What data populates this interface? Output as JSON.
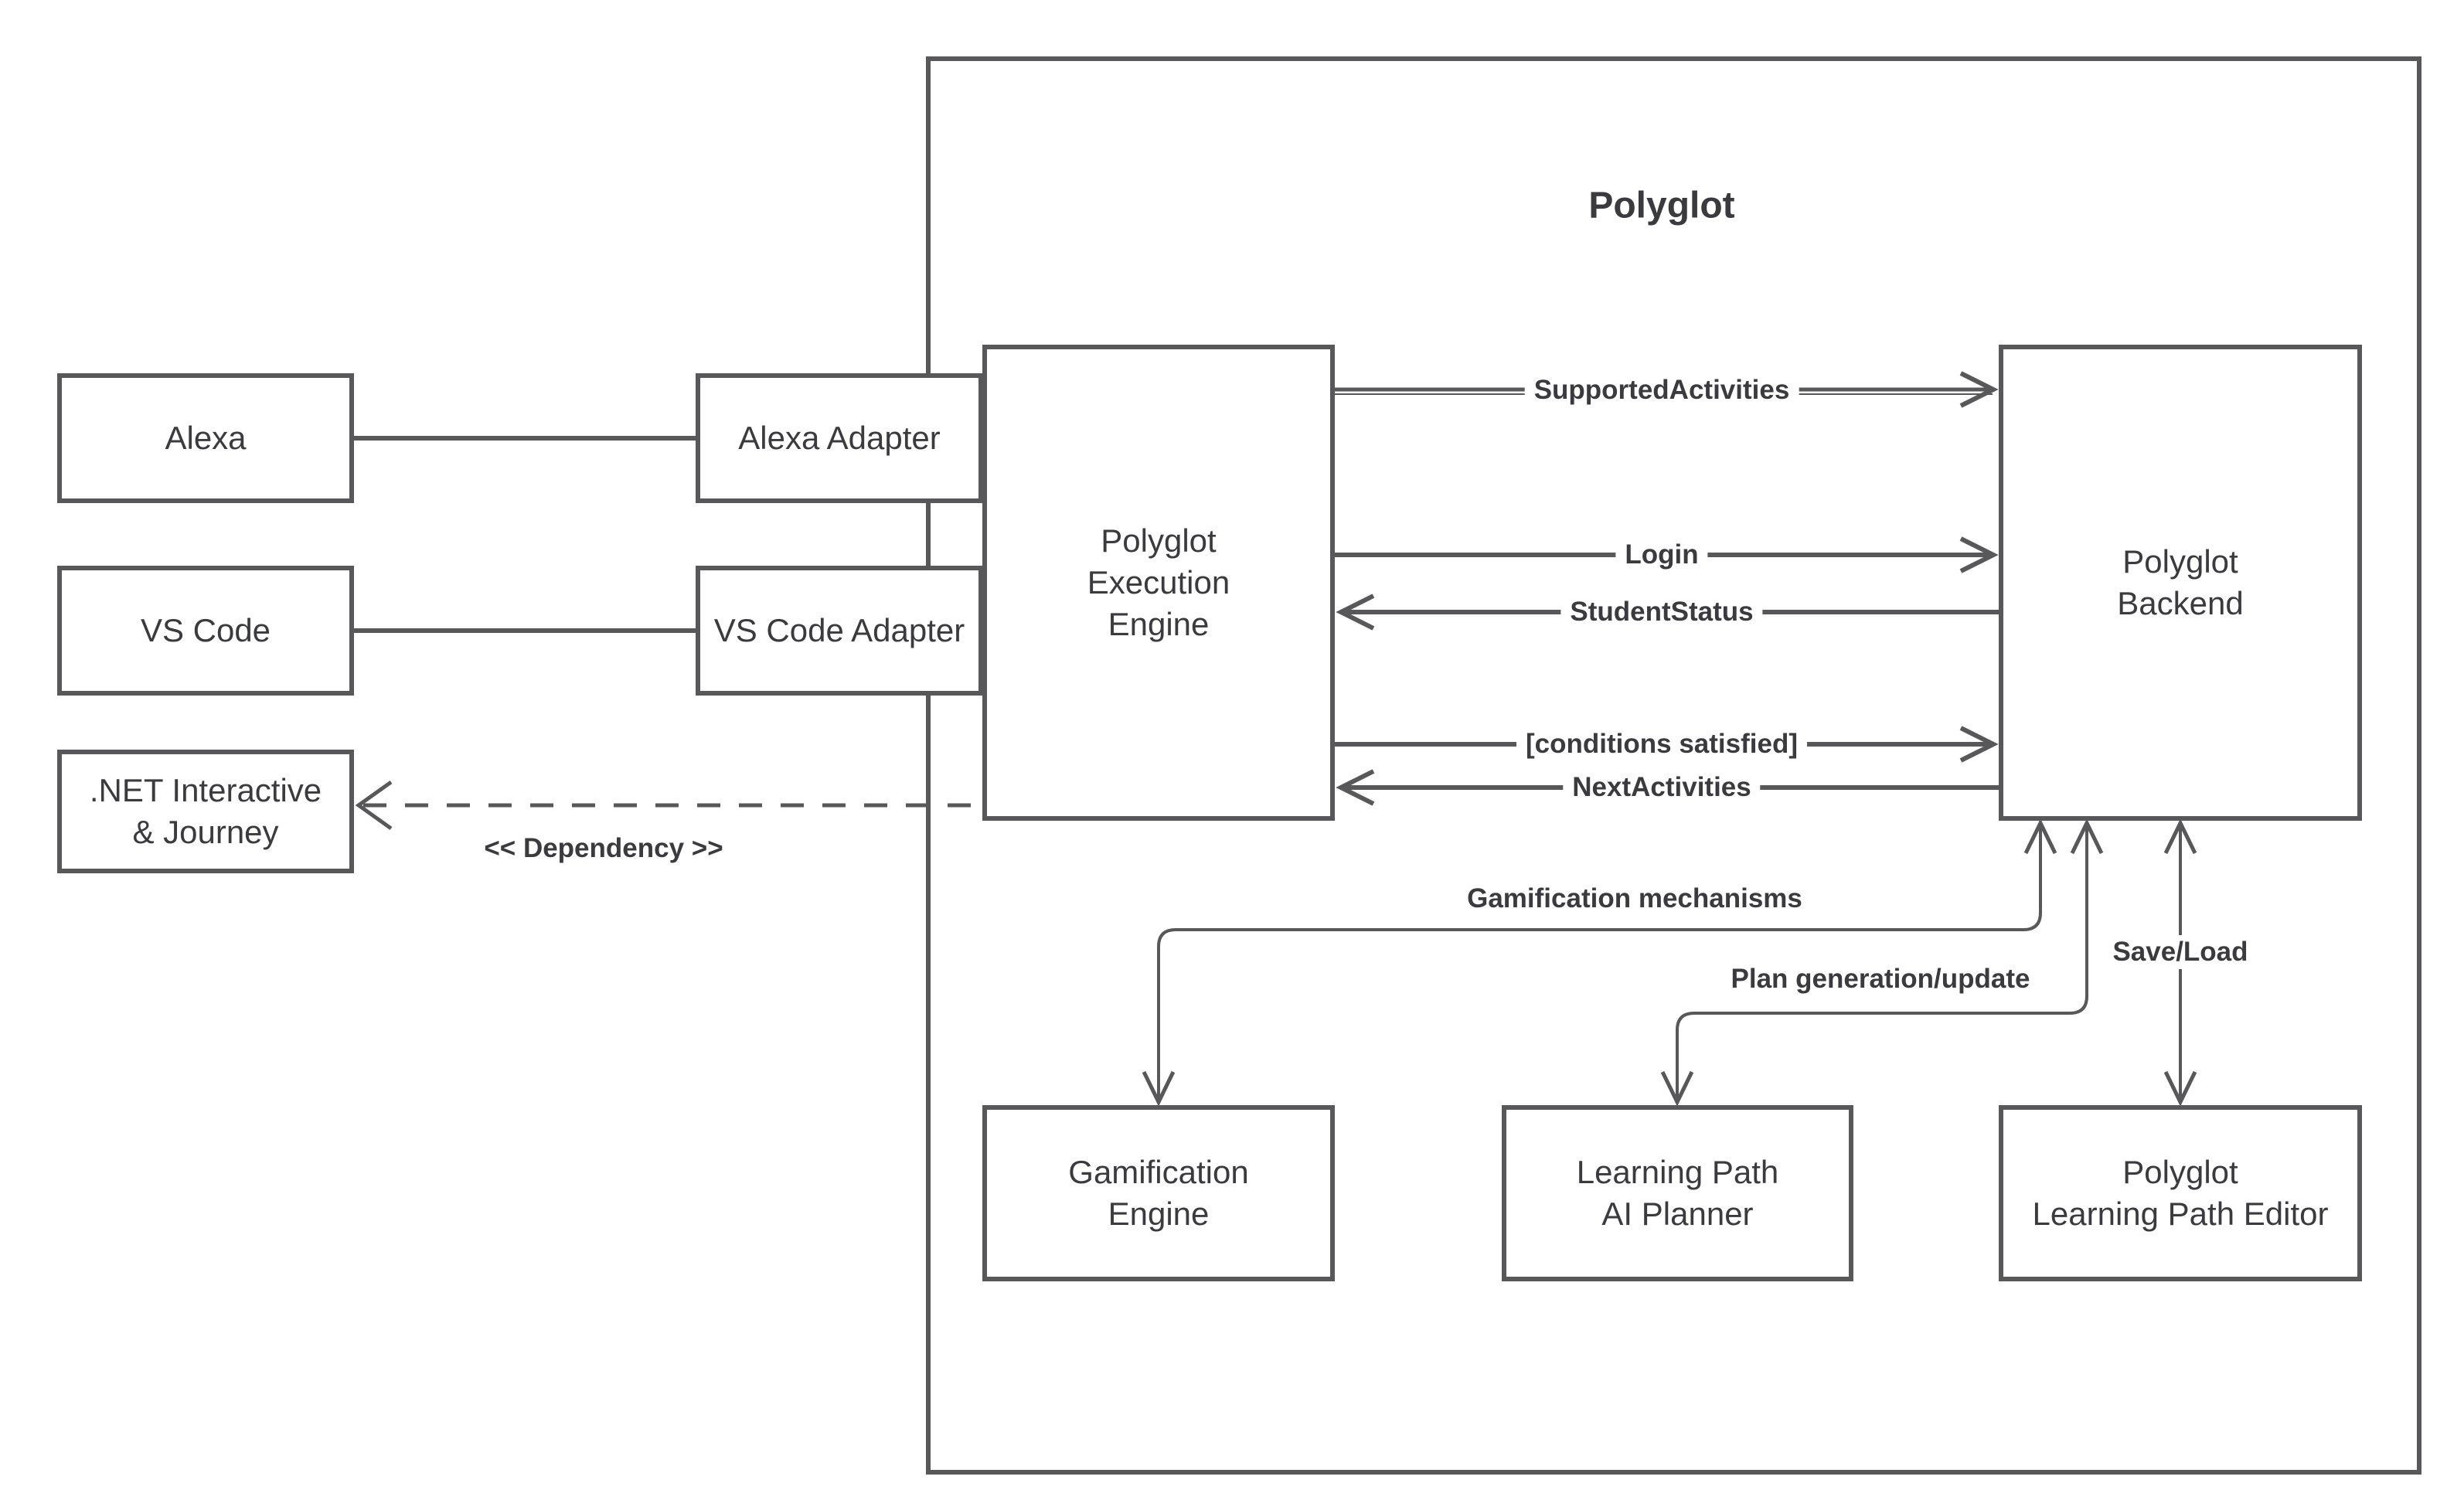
{
  "diagram_title": "Polyglot",
  "colors": {
    "stroke": "#58585a",
    "text": "#3b3b3f",
    "background": "#ffffff"
  },
  "nodes": {
    "alexa": {
      "label": "Alexa"
    },
    "vscode": {
      "label": "VS Code"
    },
    "dotnet": {
      "label": ".NET Interactive\n& Journey"
    },
    "alexa_adapter": {
      "label": "Alexa Adapter"
    },
    "vscode_adapter": {
      "label": "VS Code Adapter"
    },
    "execution_engine": {
      "label": "Polyglot\nExecution\nEngine"
    },
    "backend": {
      "label": "Polyglot\nBackend"
    },
    "gamification_engine": {
      "label": "Gamification\nEngine"
    },
    "ai_planner": {
      "label": "Learning Path\nAI Planner"
    },
    "path_editor": {
      "label": "Polyglot\nLearning Path Editor"
    }
  },
  "edges": {
    "supported_activities": {
      "label": "SupportedActivities",
      "direction": "engine-to-backend"
    },
    "login": {
      "label": "Login",
      "direction": "engine-to-backend"
    },
    "student_status": {
      "label": "StudentStatus",
      "direction": "backend-to-engine"
    },
    "conditions_satisfied": {
      "label": "[conditions satisfied]",
      "direction": "engine-to-backend"
    },
    "next_activities": {
      "label": "NextActivities",
      "direction": "backend-to-engine"
    },
    "gamification_mechanisms": {
      "label": "Gamification mechanisms",
      "direction": "both"
    },
    "plan_generation": {
      "label": "Plan generation/update",
      "direction": "both"
    },
    "save_load": {
      "label": "Save/Load",
      "direction": "both"
    },
    "dependency": {
      "label": "<< Dependency >>",
      "direction": "engine-to-dotnet",
      "style": "dashed"
    }
  }
}
